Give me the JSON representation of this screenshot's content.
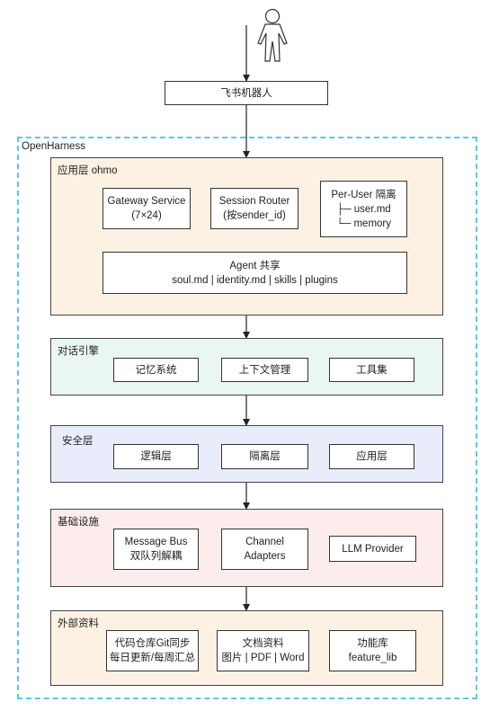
{
  "top": {
    "bot": "飞书机器人"
  },
  "outer": {
    "title": "OpenHarness"
  },
  "app": {
    "title": "应用层 ohmo",
    "gateway": [
      "Gateway Service",
      "(7×24)"
    ],
    "router": [
      "Session Router",
      "(按sender_id)"
    ],
    "peruser": [
      "Per-User 隔离",
      "├─ user.md",
      "└─ memory"
    ],
    "agent": [
      "Agent 共享",
      "soul.md | identity.md | skills | plugins"
    ]
  },
  "dialog": {
    "title": "对话引擎",
    "items": [
      "记忆系统",
      "上下文管理",
      "工具集"
    ]
  },
  "security": {
    "title": "安全层",
    "items": [
      "逻辑层",
      "隔离层",
      "应用层"
    ]
  },
  "infra": {
    "title": "基础设施",
    "bus": [
      "Message Bus",
      "双队列解耦"
    ],
    "channel": [
      "Channel",
      "Adapters"
    ],
    "llm": "LLM Provider"
  },
  "external": {
    "title": "外部资料",
    "code": [
      "代码仓库Git同步",
      "每日更新/每周汇总"
    ],
    "docs": [
      "文档资料",
      "图片 | PDF | Word"
    ],
    "lib": [
      "功能库",
      "feature_lib"
    ]
  },
  "colors": {
    "app_bg": "#fdf1e3",
    "dialog_bg": "#e9f6f1",
    "security_bg": "#e9ecfb",
    "infra_bg": "#fdecec",
    "external_bg": "#fdf1e3",
    "outer_border": "#5bc8e6"
  }
}
